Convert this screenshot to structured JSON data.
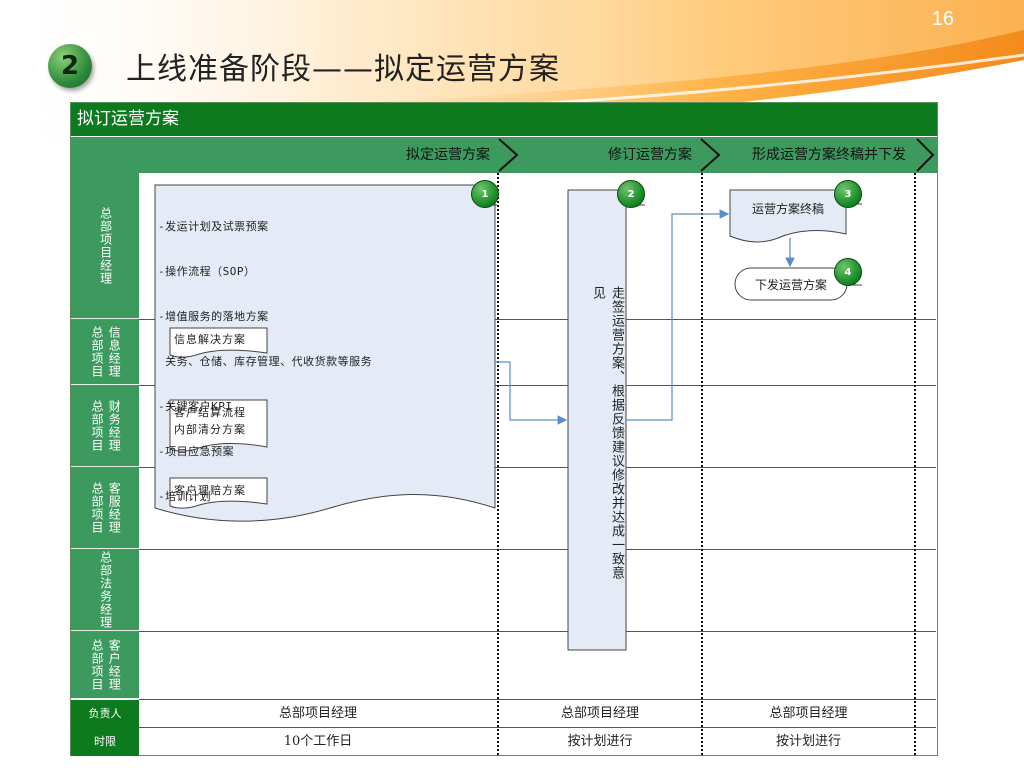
{
  "slide": {
    "page_number": "16",
    "badge": "2",
    "title": "上线准备阶段——拟定运营方案"
  },
  "diagram": {
    "header": "拟订运营方案",
    "phases": [
      "拟定运营方案",
      "修订运营方案",
      "形成运营方案终稿并下发"
    ],
    "lanes": [
      {
        "cols": [
          "总部项目经理"
        ]
      },
      {
        "cols": [
          "总部项目",
          "信息经理"
        ]
      },
      {
        "cols": [
          "总部项目",
          "财务经理"
        ]
      },
      {
        "cols": [
          "总部项目",
          "客服经理"
        ]
      },
      {
        "cols": [
          "总部法务经理"
        ]
      },
      {
        "cols": [
          "总部项目",
          "客户经理"
        ]
      }
    ],
    "main_doc_lines": [
      "-发运计划及试票预案",
      "-操作流程（SOP）",
      "-增值服务的落地方案",
      " 关务、仓储、库存管理、代收货款等服务",
      "-关键客户KPI",
      "-项目应急预案",
      "-培训计划"
    ],
    "sub_docs": [
      {
        "lines": [
          "信息解决方案"
        ]
      },
      {
        "lines": [
          "客户结算流程",
          "内部清分方案"
        ]
      },
      {
        "lines": [
          "客户理赔方案"
        ]
      }
    ],
    "revise_box": "走签运营方案、根据反馈建议修改并达成一致意见",
    "final_doc": "运营方案终稿",
    "issue_box": "下发运营方案",
    "steps": [
      "1",
      "2",
      "3",
      "4"
    ],
    "footer": {
      "owner_label": "负责人",
      "deadline_label": "时限",
      "owners": [
        "总部项目经理",
        "总部项目经理",
        "总部项目经理"
      ],
      "deadlines": [
        "10个工作日",
        "按计划进行",
        "按计划进行"
      ]
    }
  },
  "colors": {
    "header_green": "#0d7a1e",
    "lane_green": "#3c9a5e",
    "box_fill": "#e4ebf6",
    "arrow_blue": "#5b8dc9"
  }
}
